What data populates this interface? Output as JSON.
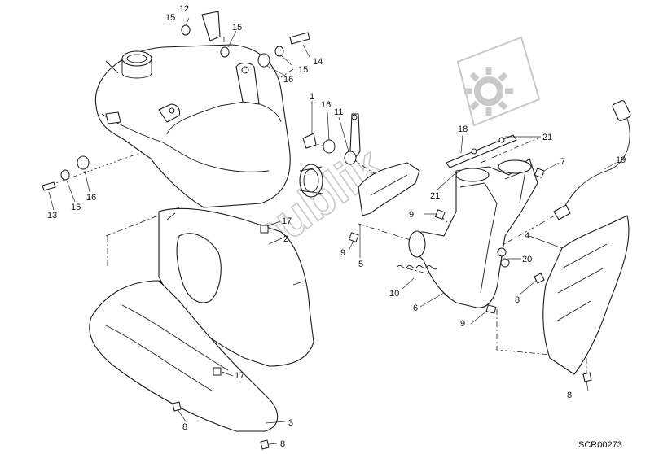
{
  "diagram": {
    "callouts": [
      {
        "id": "c12a",
        "label": "12"
      },
      {
        "id": "c15a",
        "label": "15"
      },
      {
        "id": "c15b",
        "label": "15"
      },
      {
        "id": "c14",
        "label": "14"
      },
      {
        "id": "c15c",
        "label": "15"
      },
      {
        "id": "c16a",
        "label": "16"
      },
      {
        "id": "c1",
        "label": "1"
      },
      {
        "id": "c16b",
        "label": "16"
      },
      {
        "id": "c11",
        "label": "11"
      },
      {
        "id": "c18",
        "label": "18"
      },
      {
        "id": "c21a",
        "label": "21"
      },
      {
        "id": "c7",
        "label": "7"
      },
      {
        "id": "c19",
        "label": "19"
      },
      {
        "id": "c21b",
        "label": "21"
      },
      {
        "id": "c9a",
        "label": "9"
      },
      {
        "id": "c17a",
        "label": "17"
      },
      {
        "id": "c2",
        "label": "2"
      },
      {
        "id": "c9b",
        "label": "9"
      },
      {
        "id": "c5",
        "label": "5"
      },
      {
        "id": "c4",
        "label": "4"
      },
      {
        "id": "c20",
        "label": "20"
      },
      {
        "id": "c10",
        "label": "10"
      },
      {
        "id": "c6",
        "label": "6"
      },
      {
        "id": "c9c",
        "label": "9"
      },
      {
        "id": "c13",
        "label": "13"
      },
      {
        "id": "c15d",
        "label": "15"
      },
      {
        "id": "c16c",
        "label": "16"
      },
      {
        "id": "c17b",
        "label": "17"
      },
      {
        "id": "c8a",
        "label": "8"
      },
      {
        "id": "c3",
        "label": "3"
      },
      {
        "id": "c8b",
        "label": "8"
      },
      {
        "id": "c8c",
        "label": "8"
      }
    ],
    "drawing_code": "SCR00273",
    "watermark": "Partsrepublik",
    "watermark_icon": "gear-icon"
  }
}
